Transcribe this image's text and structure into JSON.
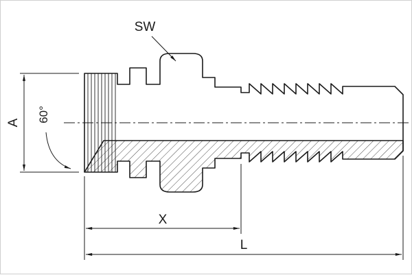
{
  "drawing": {
    "labels": {
      "sw": "SW",
      "a": "A",
      "angle": "60°",
      "x": "X",
      "l": "L"
    },
    "colors": {
      "line": "#1a1a1a",
      "background": "#ffffff"
    }
  }
}
